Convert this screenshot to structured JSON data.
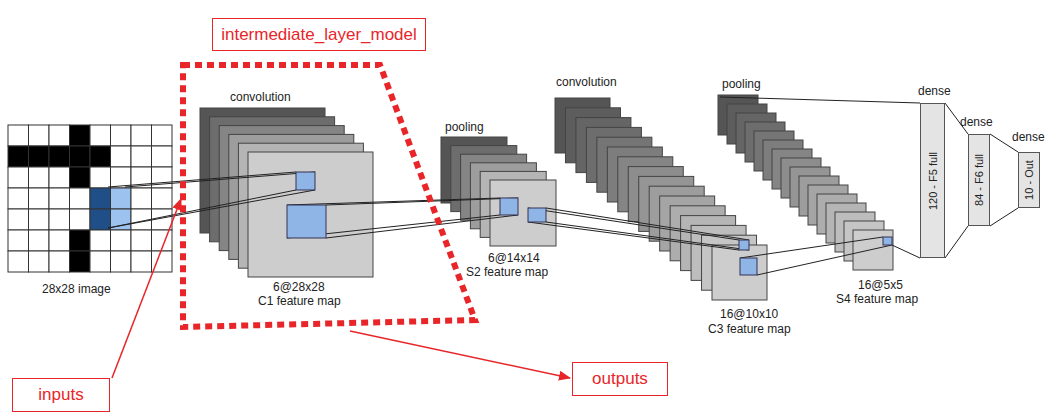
{
  "diagram": {
    "nodes": [
      {
        "text": [
          "intermediate_layer_model"
        ]
      },
      {
        "text": [
          "120 - F5 full"
        ]
      },
      {
        "text": [
          "84 - F6 full"
        ]
      },
      {
        "text": [
          "10 - Out"
        ]
      },
      {
        "text": [
          "inputs"
        ]
      },
      {
        "text": [
          "outputs"
        ]
      }
    ],
    "edges": [
      {
        "from": 1,
        "to": 2,
        "arrow": "none"
      },
      {
        "from": 2,
        "to": 3,
        "arrow": "none"
      }
    ],
    "labels": [
      "convolution",
      "pooling",
      "convolution",
      "pooling",
      "dense",
      "dense",
      "dense",
      "28x28 image",
      "6@28x28",
      "C1 feature map",
      "6@14x14",
      "S2 feature map",
      "16@10x10",
      "C3 feature map",
      "16@5x5",
      "S4 feature map"
    ]
  }
}
